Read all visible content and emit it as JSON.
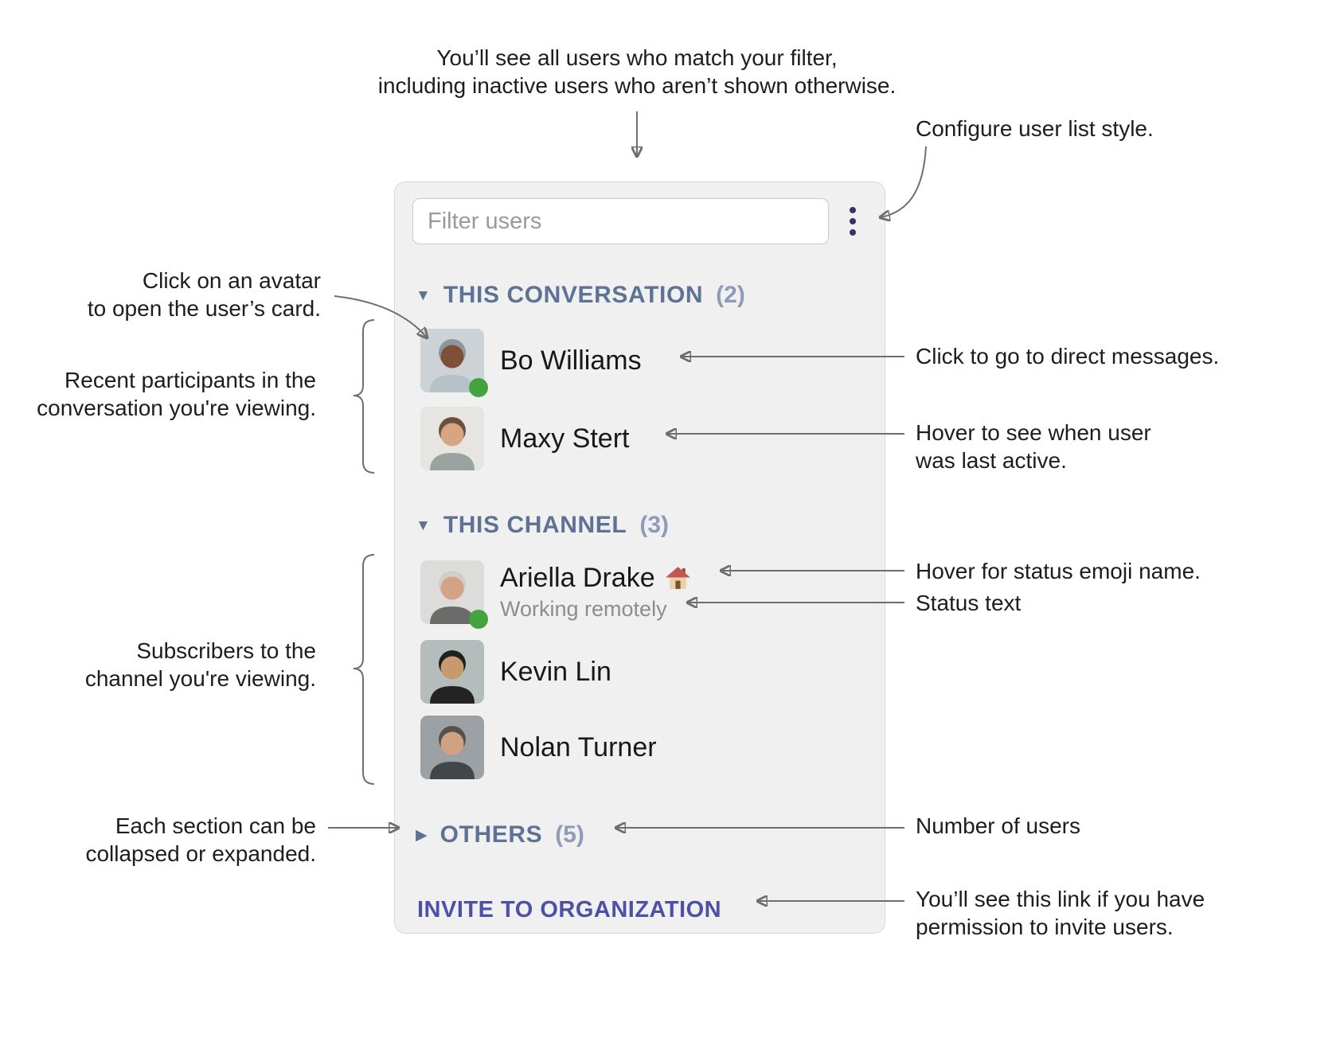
{
  "panel": {
    "filter": {
      "placeholder": "Filter users"
    },
    "menu_icon": "vertical-ellipsis",
    "sections": [
      {
        "toggle_icon": "▼",
        "label": "THIS CONVERSATION",
        "count": "(2)",
        "users": [
          {
            "name": "Bo Williams",
            "online": true
          },
          {
            "name": "Maxy Stert",
            "online": false
          }
        ]
      },
      {
        "toggle_icon": "▼",
        "label": "THIS CHANNEL",
        "count": "(3)",
        "users": [
          {
            "name": "Ariella Drake",
            "status_emoji": "🏠",
            "status_text": "Working remotely",
            "online": true
          },
          {
            "name": "Kevin Lin",
            "online": false
          },
          {
            "name": "Nolan Turner",
            "online": false
          }
        ]
      },
      {
        "toggle_icon": "▶",
        "label": "OTHERS",
        "count": "(5)",
        "users": []
      }
    ],
    "invite_link": "INVITE TO ORGANIZATION"
  },
  "annotations": {
    "top": "You’ll see all users who match your filter,\nincluding inactive users who aren’t shown otherwise.",
    "configure": "Configure user list style.",
    "avatar_click": "Click on an avatar\nto open the user’s card.",
    "recent_participants": "Recent participants in the\nconversation you're viewing.",
    "direct_messages": "Click to go to direct messages.",
    "last_active": "Hover to see when user\nwas last active.",
    "status_emoji": "Hover for status emoji name.",
    "status_text": "Status text",
    "subscribers": "Subscribers to the\nchannel you're viewing.",
    "collapse": "Each section can be\ncollapsed or expanded.",
    "user_count": "Number of users",
    "invite_permission": "You’ll see this link if you have\npermission to invite users."
  },
  "colors": {
    "section_heading": "#5e7294",
    "section_count": "#8e9cb8",
    "presence_online": "#43a33f",
    "invite_link": "#4e50a5",
    "menu_icon": "#34346a",
    "annotation_line": "#6e6e6e"
  }
}
